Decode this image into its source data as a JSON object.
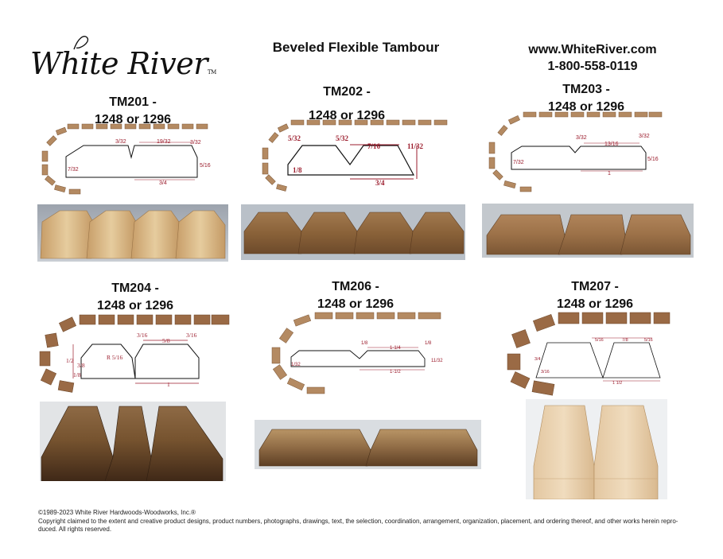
{
  "brand": {
    "name": "White River",
    "tm": "TM"
  },
  "page_title": "Beveled Flexible Tambour",
  "contact": {
    "website": "www.WhiteRiver.com",
    "phone": "1-800-558-0119"
  },
  "products": [
    {
      "code": "TM201 -",
      "lengths": "1248 or 1296",
      "dims": [
        "3/32",
        "19/32",
        "3/32",
        "7/32",
        "5/16",
        "3/4"
      ]
    },
    {
      "code": "TM202 -",
      "lengths": "1248 or 1296",
      "dims": [
        "5/32",
        "5/32",
        "7/16",
        "11/32",
        "1/8",
        "3/4"
      ]
    },
    {
      "code": "TM203 -",
      "lengths": "1248 or 1296",
      "dims": [
        "3/32",
        "13/16",
        "3/32",
        "7/32",
        "5/16",
        "1"
      ]
    },
    {
      "code": "TM204 -",
      "lengths": "1248 or 1296",
      "dims": [
        "3/16",
        "5/8",
        "3/16",
        "R 5/16",
        "1/2",
        "3/8",
        "1/8",
        "1"
      ]
    },
    {
      "code": "TM206 -",
      "lengths": "1248 or 1296",
      "dims": [
        "1/8",
        "1-1/4",
        "1/8",
        "1/32",
        "11/32",
        "1-1/2"
      ]
    },
    {
      "code": "TM207 -",
      "lengths": "1248 or 1296",
      "dims": [
        "5/16",
        "7/8",
        "5/16",
        "3/4",
        "3/16",
        "1 1/2"
      ]
    }
  ],
  "colors": {
    "wood_light": "#d8b98e",
    "wood_mid": "#a87c55",
    "wood_dark": "#6b4a2e",
    "dim_red": "#9b1c2c"
  },
  "copyright": {
    "line1": "©1989-2023 White River Hardwoods-Woodworks, Inc.®",
    "line2": "Copyright claimed to the extent and creative product designs, product numbers, photographs, drawings, text, the selection, coordination, arrangement, organization, placement, and ordering thereof, and other works herein repro-",
    "line3": "duced. All rights reserved."
  }
}
